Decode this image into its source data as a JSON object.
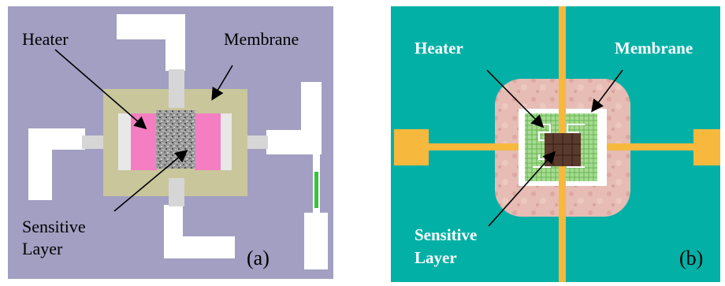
{
  "panel_a": {
    "heater": "Heater",
    "membrane": "Membrane",
    "sensitive_line1": "Sensitive",
    "sensitive_line2": "Layer",
    "tag": "(a)"
  },
  "panel_b": {
    "heater": "Heater",
    "membrane": "Membrane",
    "sensitive_line1": "Sensitive",
    "sensitive_line2": "Layer",
    "tag": "(b)"
  },
  "colors": {
    "panel_a_bg": "#a29fc2",
    "panel_b_bg": "#03b0a6",
    "membrane_a": "#c9c69c",
    "heater_a": "#f47ec1",
    "trace_b": "#f7b83e",
    "membrane_b": "#e4b8b0",
    "mesh_b": "#8fcf7c",
    "sensitive_b": "#5b3a2e"
  }
}
